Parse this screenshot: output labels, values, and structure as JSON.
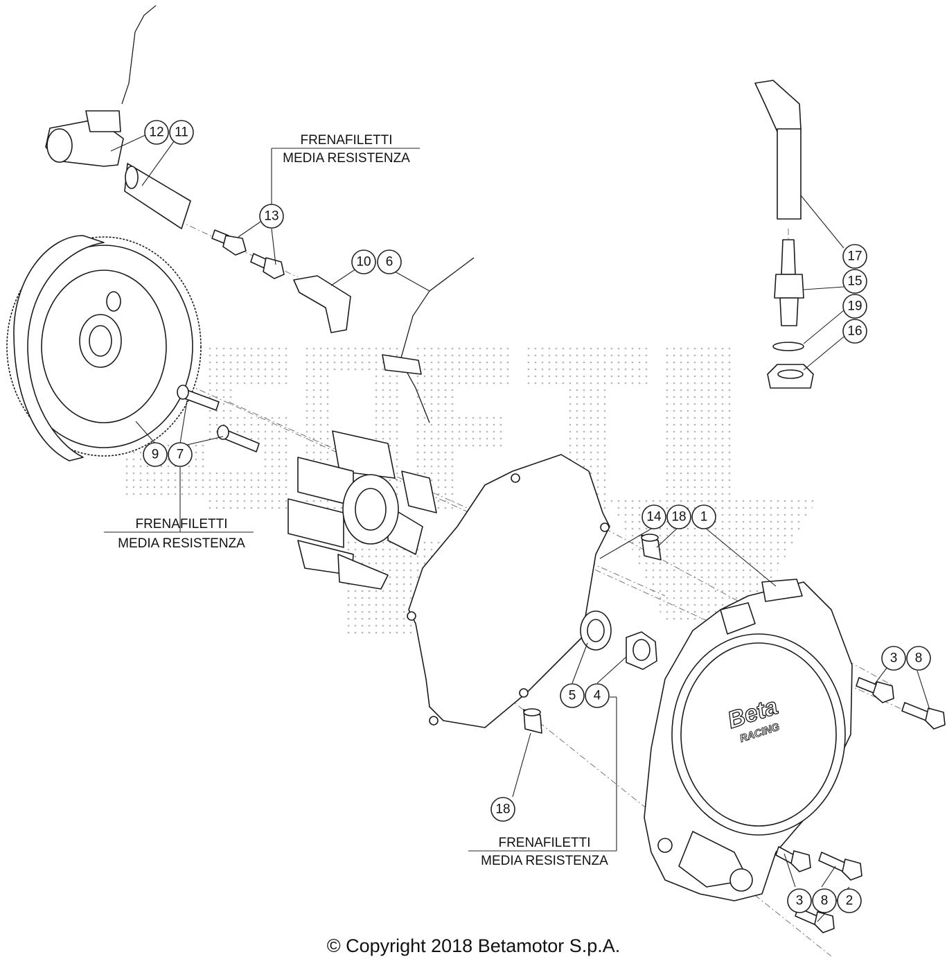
{
  "callouts": [
    {
      "id": "c12",
      "label": "12"
    },
    {
      "id": "c11",
      "label": "11"
    },
    {
      "id": "c13",
      "label": "13"
    },
    {
      "id": "c10",
      "label": "10"
    },
    {
      "id": "c6",
      "label": "6"
    },
    {
      "id": "c17",
      "label": "17"
    },
    {
      "id": "c15",
      "label": "15"
    },
    {
      "id": "c19",
      "label": "19"
    },
    {
      "id": "c16",
      "label": "16"
    },
    {
      "id": "c9",
      "label": "9"
    },
    {
      "id": "c7",
      "label": "7"
    },
    {
      "id": "c14",
      "label": "14"
    },
    {
      "id": "c18a",
      "label": "18"
    },
    {
      "id": "c1",
      "label": "1"
    },
    {
      "id": "c3a",
      "label": "3"
    },
    {
      "id": "c8a",
      "label": "8"
    },
    {
      "id": "c5",
      "label": "5"
    },
    {
      "id": "c4",
      "label": "4"
    },
    {
      "id": "c18b",
      "label": "18"
    },
    {
      "id": "c3b",
      "label": "3"
    },
    {
      "id": "c8b",
      "label": "8"
    },
    {
      "id": "c2",
      "label": "2"
    }
  ],
  "notes": {
    "line1": "FRENAFILETTI",
    "line2": "MEDIA RESISTENZA"
  },
  "logo": {
    "brand": "Beta",
    "sub": "RACING"
  },
  "copyright": "© Copyright 2018 Betamotor S.p.A."
}
